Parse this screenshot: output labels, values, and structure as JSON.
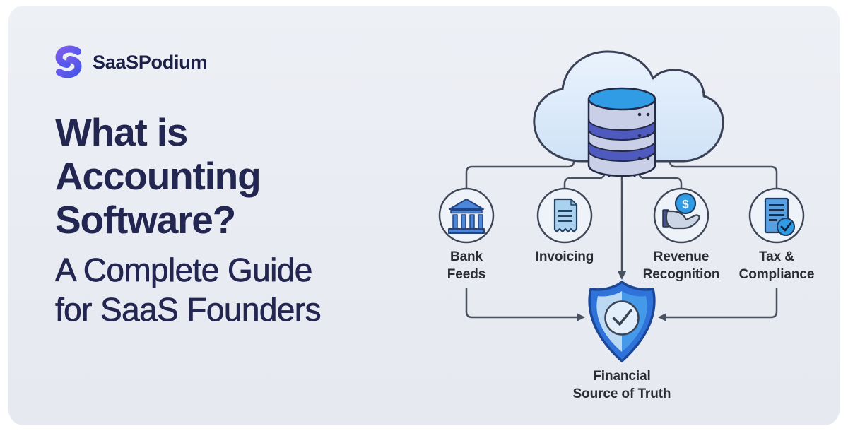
{
  "brand": {
    "name": "SaaSPodium"
  },
  "headline": {
    "title_lines": [
      "What is",
      "Accounting",
      "Software?"
    ],
    "subtitle_lines": [
      "A Complete Guide",
      "for SaaS Founders"
    ]
  },
  "diagram": {
    "hub": {
      "id": "cloud-accounting-database"
    },
    "nodes": [
      {
        "id": "bank-feeds",
        "label": "Bank Feeds"
      },
      {
        "id": "invoicing",
        "label": "Invoicing"
      },
      {
        "id": "revenue-recognition",
        "label": "Revenue Recognition"
      },
      {
        "id": "tax-compliance",
        "label": "Tax & Compliance"
      }
    ],
    "sink": {
      "id": "financial-source-of-truth",
      "label": "Financial Source of Truth",
      "label_lines": [
        "Financial",
        "Source of Truth"
      ]
    },
    "edges": [
      {
        "from": "cloud-accounting-database",
        "to": "bank-feeds"
      },
      {
        "from": "cloud-accounting-database",
        "to": "invoicing"
      },
      {
        "from": "cloud-accounting-database",
        "to": "revenue-recognition"
      },
      {
        "from": "cloud-accounting-database",
        "to": "tax-compliance"
      },
      {
        "from": "cloud-accounting-database",
        "to": "financial-source-of-truth"
      },
      {
        "from": "bank-feeds",
        "to": "financial-source-of-truth"
      },
      {
        "from": "tax-compliance",
        "to": "financial-source-of-truth"
      }
    ],
    "coin_glyph": "$"
  },
  "colors": {
    "page_bg": "#ffffff",
    "card_bg": "#e9ecf3",
    "headline_text": "#232650",
    "label_text": "#2b2d33",
    "line": "#49505f",
    "cloud_fill": "#d9e8fa",
    "db_top": "#2f9ce5",
    "db_band": "#4f5abf",
    "db_body": "#c9cfe6",
    "icon_blue": "#4d87da",
    "doc_light": "#a9d2f1",
    "tax_doc": "#58a0e2",
    "hand_fill": "#ccd5e3",
    "shield_rim": "#2e72da",
    "shield_left": "#bcd9f4",
    "shield_right": "#449ae9",
    "logo_gradient_start": "#7d5bee",
    "logo_gradient_end": "#4355e9"
  }
}
